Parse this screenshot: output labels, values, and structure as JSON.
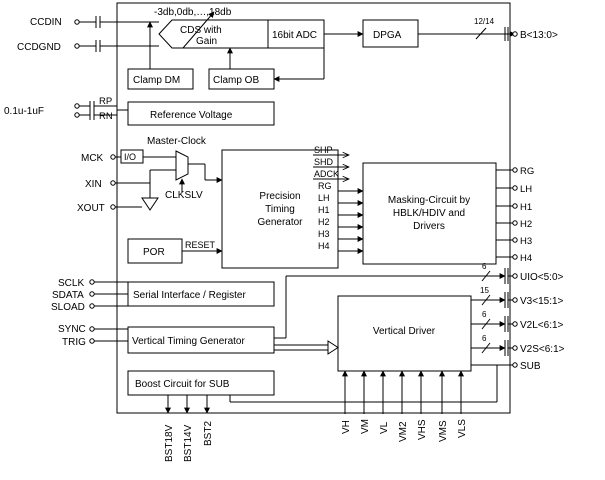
{
  "inputs": {
    "ccdin": "CCDIN",
    "ccdgnd": "CCDGND",
    "ref_cap": "0.1u-1uF",
    "rp": "RP",
    "rn": "RN",
    "mck": "MCK",
    "xin": "XIN",
    "xout": "XOUT",
    "sclk": "SCLK",
    "sdata": "SDATA",
    "sload": "SLOAD",
    "sync": "SYNC",
    "trig": "TRIG"
  },
  "top": {
    "gain_range": "-3db,0db,…,18db",
    "bus_width": "12/14"
  },
  "blocks": {
    "cds_line1": "CDS with",
    "cds_line2": "Gain",
    "adc": "16bit ADC",
    "dpga": "DPGA",
    "clamp_dm": "Clamp DM",
    "clamp_ob": "Clamp OB",
    "ref_voltage": "Reference Voltage",
    "master_clock": "Master-Clock",
    "io": "I/O",
    "clkslv": "CLKSLV",
    "ptg_line1": "Precision",
    "ptg_line2": "Timing",
    "ptg_line3": "Generator",
    "por": "POR",
    "reset": "RESET",
    "mask_line1": "Masking-Circuit by",
    "mask_line2": "HBLK/HDIV and",
    "mask_line3": "Drivers",
    "serial": "Serial Interface / Register",
    "vtg": "Vertical Timing Generator",
    "vdriver": "Vertical Driver",
    "boost": "Boost Circuit for SUB"
  },
  "ptg_signals": [
    "SHP",
    "SHD",
    "ADCK",
    "RG",
    "LH",
    "H1",
    "H2",
    "H3",
    "H4"
  ],
  "outputs": {
    "b": "B<13:0>",
    "rg": "RG",
    "lh": "LH",
    "h1": "H1",
    "h2": "H2",
    "h3": "H3",
    "h4": "H4",
    "uio": "UIO<5:0>",
    "v3": "V3<15:1>",
    "v2l": "V2L<6:1>",
    "v2s": "V2S<6:1>",
    "sub": "SUB"
  },
  "bus_counts": {
    "uio": "6",
    "v3": "15",
    "v2l": "6",
    "v2s": "6"
  },
  "bottom_pins": {
    "boost": [
      "BST18V",
      "BST14V",
      "BST2"
    ],
    "supply": [
      "VH",
      "VM",
      "VL",
      "VM2",
      "VHS",
      "VMS",
      "VLS"
    ]
  }
}
